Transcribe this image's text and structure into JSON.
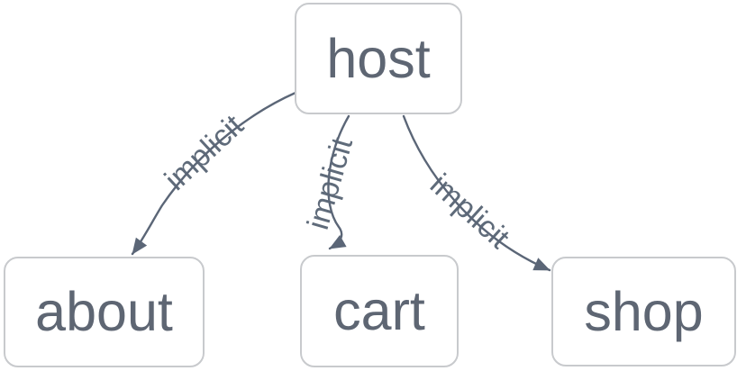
{
  "diagram": {
    "type": "dependency-graph",
    "nodes": [
      {
        "id": "host",
        "label": "host"
      },
      {
        "id": "about",
        "label": "about"
      },
      {
        "id": "cart",
        "label": "cart"
      },
      {
        "id": "shop",
        "label": "shop"
      }
    ],
    "edges": [
      {
        "from": "host",
        "to": "about",
        "label": "implicit"
      },
      {
        "from": "host",
        "to": "cart",
        "label": "implicit"
      },
      {
        "from": "host",
        "to": "shop",
        "label": "implicit"
      }
    ],
    "colors": {
      "background": "#ffffff",
      "node_fill": "#ffffff",
      "node_border": "#c8cacd",
      "node_text": "#5e6673",
      "edge": "#5b6677",
      "edge_label": "#5f6b7a"
    }
  }
}
